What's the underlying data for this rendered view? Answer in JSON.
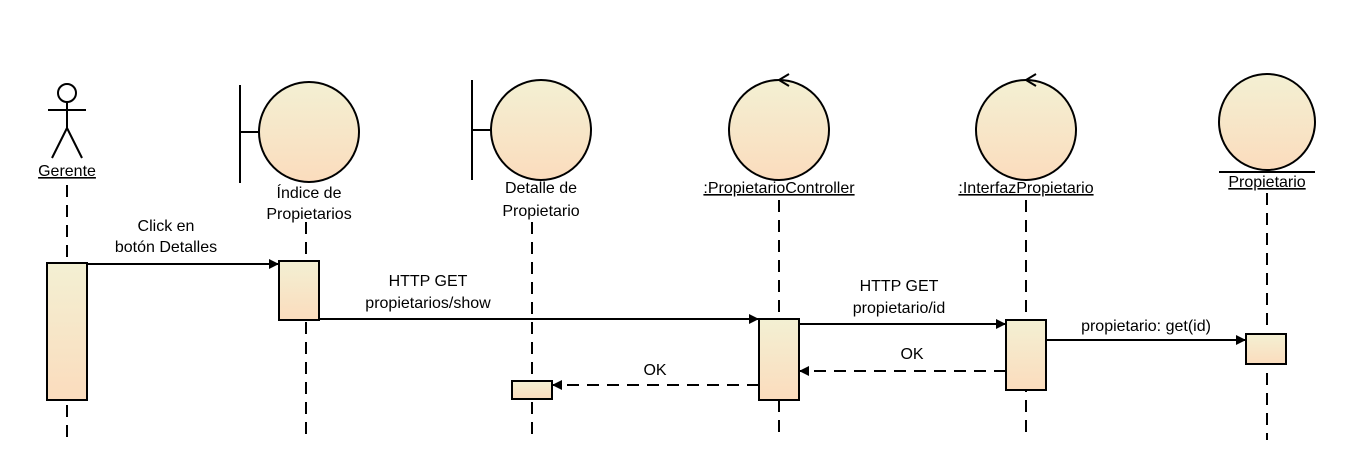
{
  "participants": {
    "gerente": {
      "label": "Gerente",
      "type": "actor"
    },
    "indice": {
      "label_line1": "Índice de",
      "label_line2": "Propietarios",
      "type": "boundary"
    },
    "detalle": {
      "label_line1": "Detalle de",
      "label_line2": "Propietario",
      "type": "boundary"
    },
    "controller": {
      "label": ":PropietarioController",
      "type": "control"
    },
    "interfaz": {
      "label": ":InterfazPropietario",
      "type": "control"
    },
    "propietario": {
      "label": "Propietario",
      "type": "entity"
    }
  },
  "messages": {
    "m1": {
      "line1": "Click en",
      "line2": "botón Detalles"
    },
    "m2": {
      "line1": "HTTP GET",
      "line2": "propietarios/show"
    },
    "m3": {
      "line1": "HTTP GET",
      "line2": "propietario/id"
    },
    "m4": {
      "line1": "propietario: get(id)"
    },
    "r1": {
      "line1": "OK"
    },
    "r2": {
      "line1": "OK"
    }
  },
  "colors": {
    "fill_top": "#f3f0d3",
    "fill_bottom": "#fbdcbd",
    "stroke": "#000000"
  }
}
